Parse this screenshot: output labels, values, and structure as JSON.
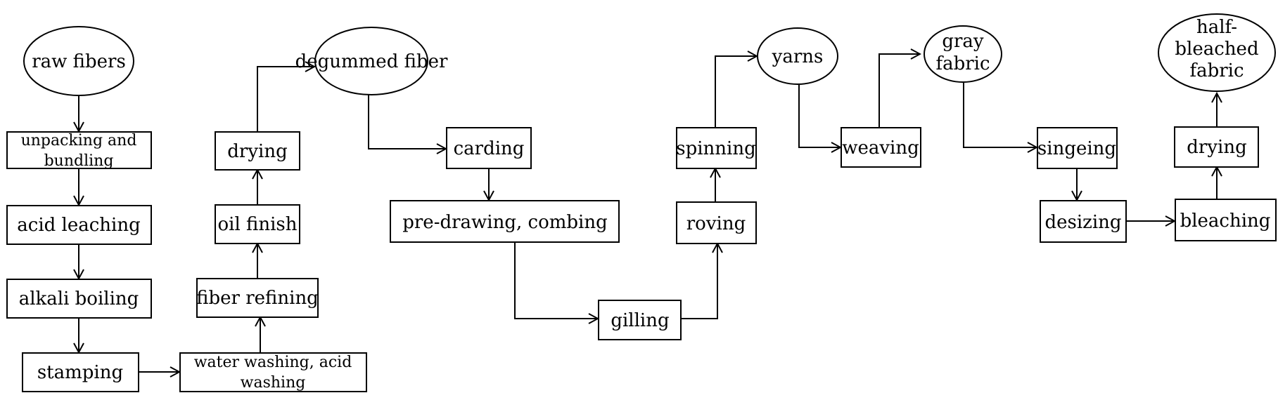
{
  "nodes": {
    "raw_fibers": [
      "raw fibers"
    ],
    "unpacking": [
      "unpacking and",
      "bundling"
    ],
    "acid_leaching": [
      "acid leaching"
    ],
    "alkali_boiling": [
      "alkali boiling"
    ],
    "stamping": [
      "stamping"
    ],
    "water_washing": [
      "water washing, acid",
      "washing"
    ],
    "fiber_refining": [
      "fiber refining"
    ],
    "oil_finish": [
      "oil finish"
    ],
    "drying1": [
      "drying"
    ],
    "degummed_fiber": [
      "degummed fiber"
    ],
    "carding": [
      "carding"
    ],
    "predrawing": [
      "pre-drawing, combing"
    ],
    "gilling": [
      "gilling"
    ],
    "roving": [
      "roving"
    ],
    "spinning": [
      "spinning"
    ],
    "yarns": [
      "yarns"
    ],
    "weaving": [
      "weaving"
    ],
    "gray_fabric": [
      "gray",
      "fabric"
    ],
    "singeing": [
      "singeing"
    ],
    "desizing": [
      "desizing"
    ],
    "bleaching": [
      "bleaching"
    ],
    "drying2": [
      "drying"
    ],
    "half_bleached": [
      "half-",
      "bleached",
      "fabric"
    ]
  }
}
